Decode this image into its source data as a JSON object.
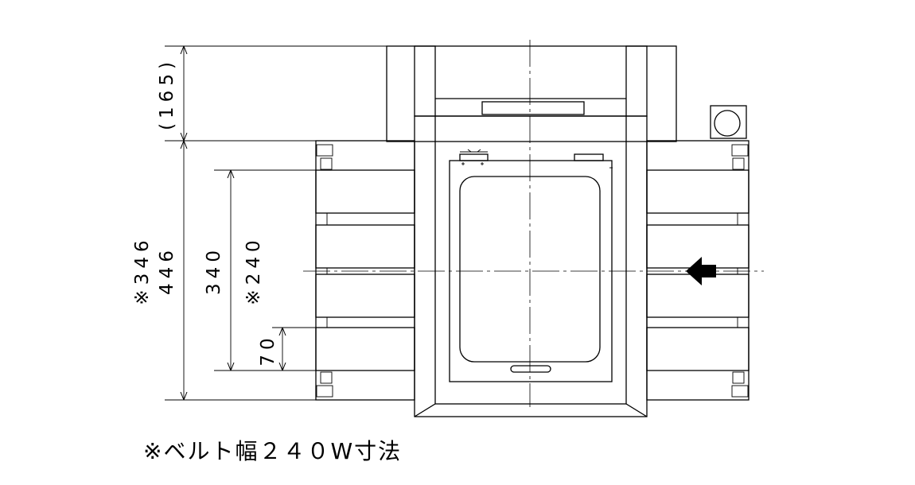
{
  "dimensions": {
    "d165": "(165)",
    "d346": "※346",
    "d446": "446",
    "d340": "340",
    "d240": "※240",
    "d70": "70"
  },
  "note": "※ベルト幅２４０W寸法",
  "colors": {
    "line": "#000000",
    "background": "#ffffff"
  }
}
